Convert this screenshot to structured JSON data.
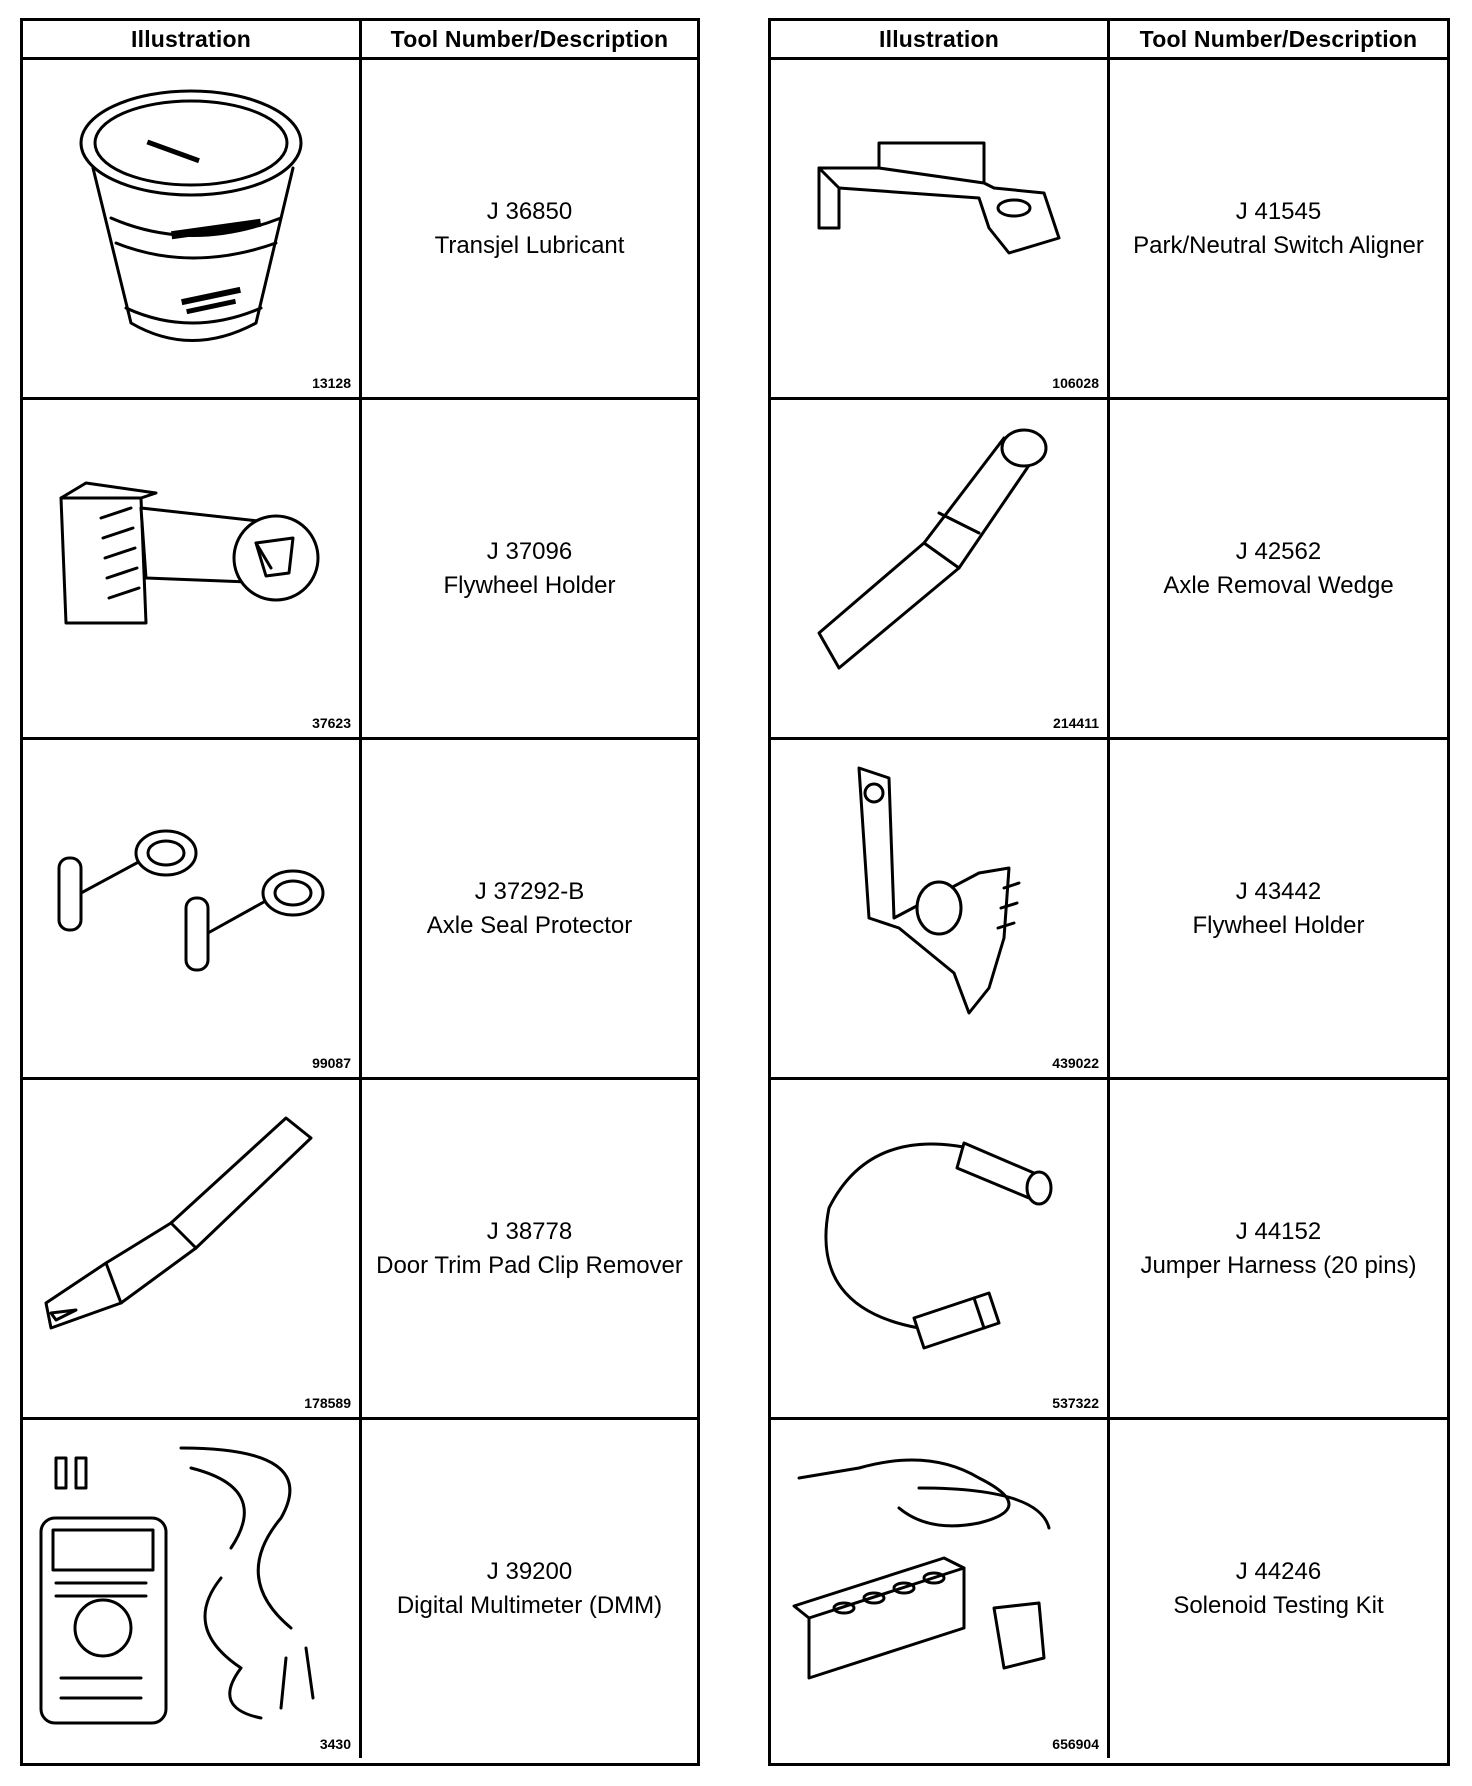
{
  "headers": {
    "illustration": "Illustration",
    "description": "Tool Number/Description"
  },
  "left_tools": [
    {
      "number": "J 36850",
      "description": "Transjel Lubricant",
      "figure": "13128",
      "icon": "lubricant-tub-icon"
    },
    {
      "number": "J 37096",
      "description": "Flywheel Holder",
      "figure": "37623",
      "icon": "flywheel-holder-icon"
    },
    {
      "number": "J 37292-B",
      "description": "Axle Seal Protector",
      "figure": "99087",
      "icon": "axle-seal-protector-icon"
    },
    {
      "number": "J 38778",
      "description": "Door Trim Pad Clip Remover",
      "figure": "178589",
      "icon": "clip-remover-icon"
    },
    {
      "number": "J 39200",
      "description": "Digital Multimeter (DMM)",
      "figure": "3430",
      "icon": "multimeter-icon"
    }
  ],
  "right_tools": [
    {
      "number": "J 41545",
      "description": "Park/Neutral Switch Aligner",
      "figure": "106028",
      "icon": "switch-aligner-icon"
    },
    {
      "number": "J 42562",
      "description": "Axle Removal Wedge",
      "figure": "214411",
      "icon": "axle-wedge-icon"
    },
    {
      "number": "J 43442",
      "description": "Flywheel Holder",
      "figure": "439022",
      "icon": "flywheel-holder-bracket-icon"
    },
    {
      "number": "J 44152",
      "description": "Jumper Harness (20 pins)",
      "figure": "537322",
      "icon": "jumper-harness-icon"
    },
    {
      "number": "J 44246",
      "description": "Solenoid Testing Kit",
      "figure": "656904",
      "icon": "solenoid-kit-icon"
    }
  ]
}
